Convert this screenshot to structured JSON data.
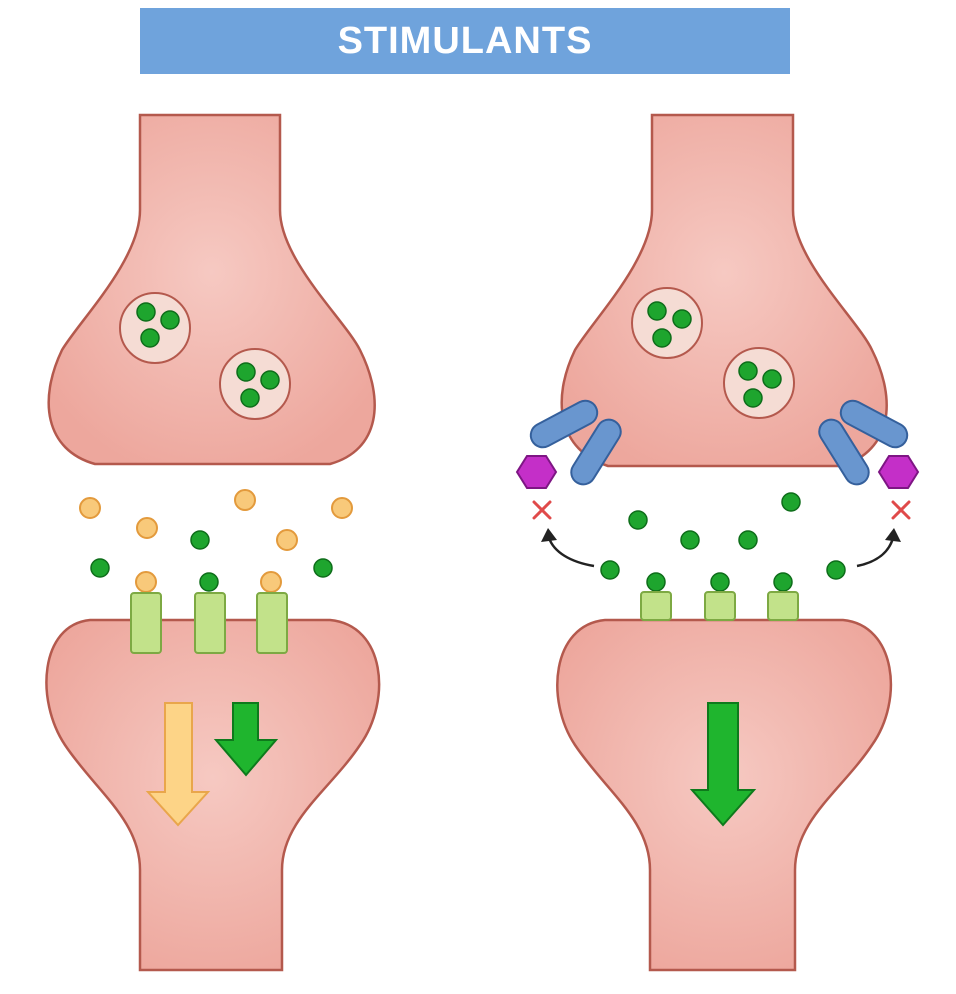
{
  "title": "STIMULANTS",
  "colors": {
    "banner": "#6fa3dc",
    "neuron_fill": "#f2b5ad",
    "neuron_stroke": "#b4594d",
    "vesicle_fill": "#f5dcd4",
    "neurotransmitter": "#1ea52e",
    "stimulant_molecule": "#f8c97a",
    "receptor": "#c2e28a",
    "transporter": "#6996cf",
    "blocker": "#c42fc8",
    "block_mark": "#e04a4a",
    "signal_arrow_green": "#1fb52e",
    "signal_arrow_orange": "#fdd487"
  },
  "panels": [
    {
      "name": "left",
      "icons": [
        "vesicle-icon",
        "receptor-icon",
        "stimulant-molecule-icon",
        "neurotransmitter-icon",
        "signal-arrow-orange-icon",
        "signal-arrow-green-icon"
      ]
    },
    {
      "name": "right",
      "icons": [
        "vesicle-icon",
        "receptor-icon",
        "transporter-icon",
        "blocker-hexagon-icon",
        "block-x-icon",
        "reuptake-arrow-icon",
        "neurotransmitter-icon",
        "signal-arrow-green-icon"
      ]
    }
  ]
}
